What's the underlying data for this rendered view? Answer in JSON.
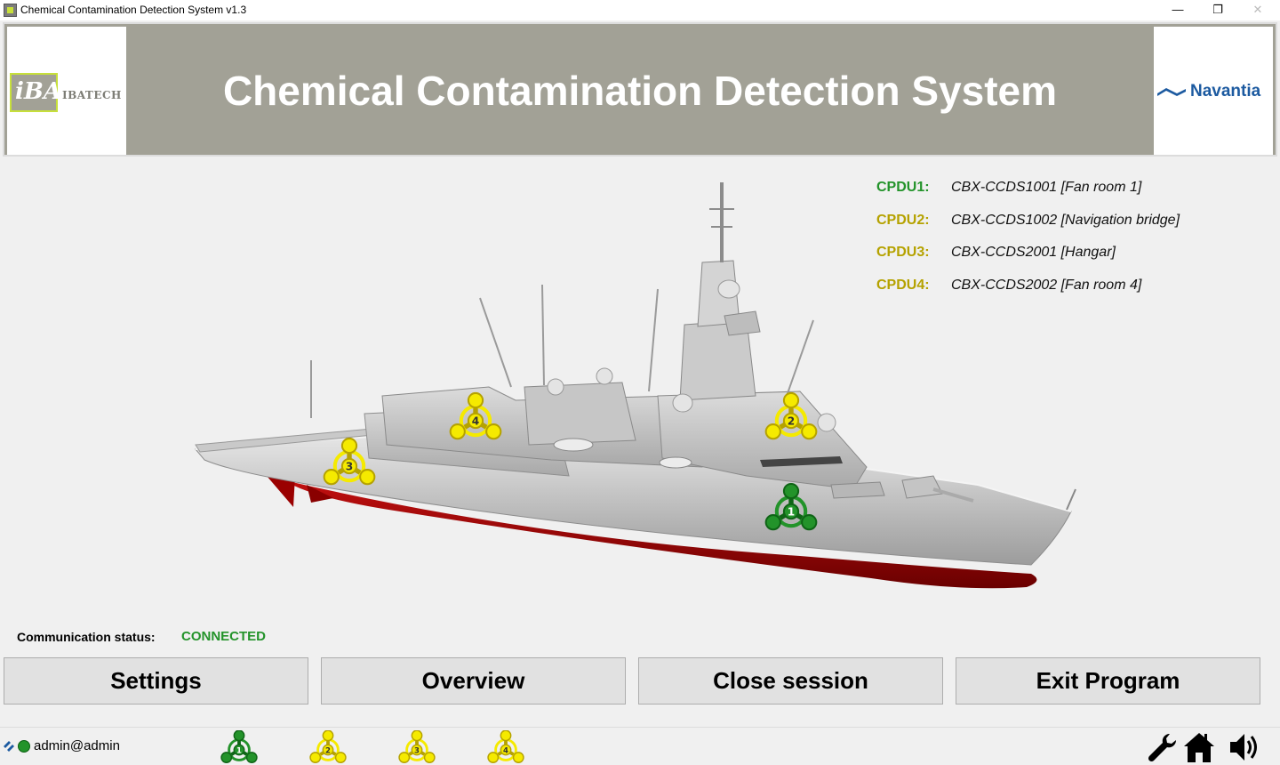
{
  "window": {
    "title": "Chemical Contamination Detection System v1.3",
    "min_glyph": "—",
    "max_glyph": "❐",
    "close_glyph": "✕"
  },
  "header": {
    "title": "Chemical Contamination Detection System",
    "left_logo_mark": "iBA",
    "left_logo_name": "IBATECH",
    "right_logo_name": "Navantia"
  },
  "colors": {
    "ok": "#23932a",
    "warning": "#f5ea00",
    "warning_dark": "#b5a200",
    "header_bg": "#a2a196",
    "hull_red": "#a60000"
  },
  "cpdu": [
    {
      "id": "CPDU1:",
      "desc": "CBX-CCDS1001 [Fan room 1]",
      "status": "ok",
      "number": "1"
    },
    {
      "id": "CPDU2:",
      "desc": "CBX-CCDS1002 [Navigation bridge]",
      "status": "warning",
      "number": "2"
    },
    {
      "id": "CPDU3:",
      "desc": "CBX-CCDS2001 [Hangar]",
      "status": "warning",
      "number": "3"
    },
    {
      "id": "CPDU4:",
      "desc": "CBX-CCDS2002 [Fan room 4]",
      "status": "warning",
      "number": "4"
    }
  ],
  "communication": {
    "label": "Communication status:",
    "value": "CONNECTED"
  },
  "buttons": {
    "settings": "Settings",
    "overview": "Overview",
    "close_session": "Close session",
    "exit": "Exit Program"
  },
  "statusbar": {
    "user": "admin@admin",
    "icons": [
      "wrench-icon",
      "home-icon",
      "speaker-icon"
    ]
  }
}
